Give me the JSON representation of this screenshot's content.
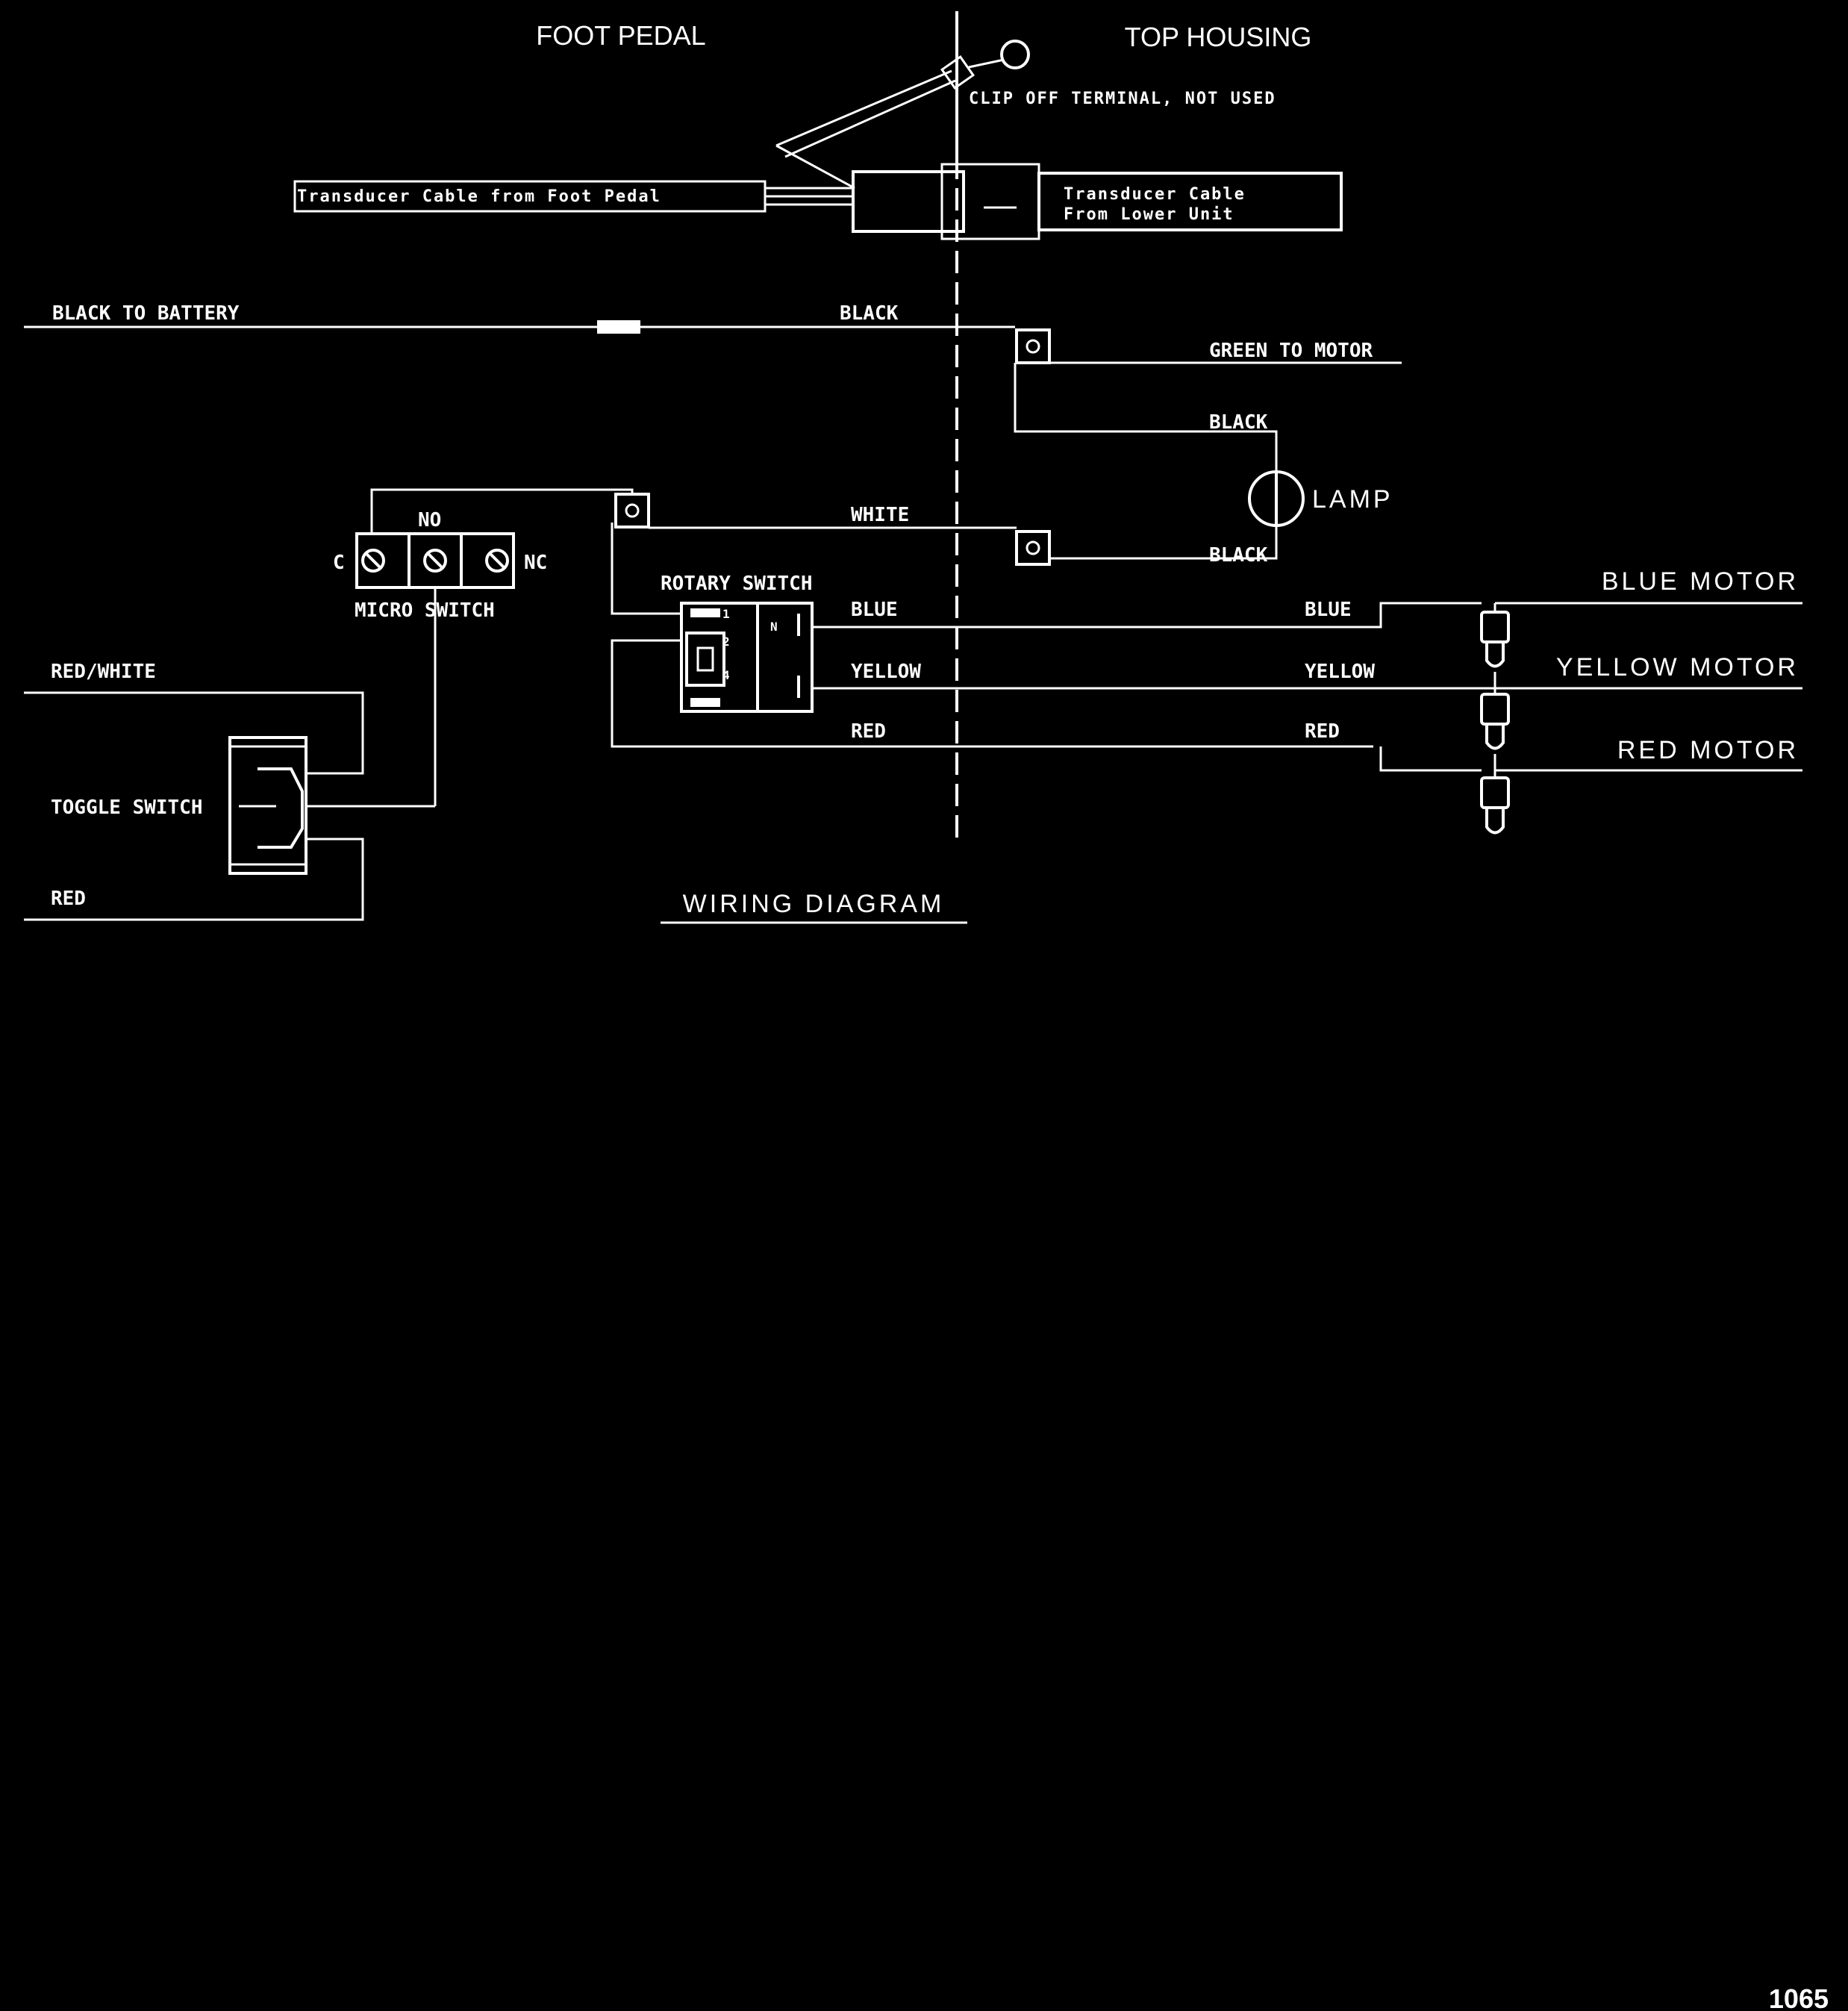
{
  "headers": {
    "foot_pedal": "FOOT PEDAL",
    "top_housing": "TOP HOUSING"
  },
  "transducer": {
    "clip_off": "CLIP OFF TERMINAL, NOT USED",
    "cable_from_pedal": "Transducer Cable from Foot Pedal",
    "cable_from_lower_line1": "Transducer Cable",
    "cable_from_lower_line2": "From Lower Unit"
  },
  "wires": {
    "black_to_battery": "BLACK TO BATTERY",
    "black": "BLACK",
    "green_to_motor": "GREEN TO MOTOR",
    "lamp_black_top": "BLACK",
    "lamp_black_bottom": "BLACK",
    "lamp": "LAMP",
    "white": "WHITE",
    "blue_left": "BLUE",
    "yellow_left": "YELLOW",
    "red_left": "RED",
    "blue_right": "BLUE",
    "yellow_right": "YELLOW",
    "red_right": "RED",
    "red_white": "RED/WHITE",
    "red": "RED"
  },
  "components": {
    "micro_switch": "MICRO SWITCH",
    "micro_no": "NO",
    "micro_c": "C",
    "micro_nc": "NC",
    "rotary_switch": "ROTARY SWITCH",
    "rotary_pin1": "1",
    "rotary_pin2": "2",
    "rotary_pin4": "4",
    "rotary_n": "N",
    "toggle_switch": "TOGGLE SWITCH"
  },
  "motors": {
    "blue": "BLUE MOTOR",
    "yellow": "YELLOW MOTOR",
    "red": "RED MOTOR"
  },
  "title": "WIRING DIAGRAM",
  "page_number": "1065"
}
